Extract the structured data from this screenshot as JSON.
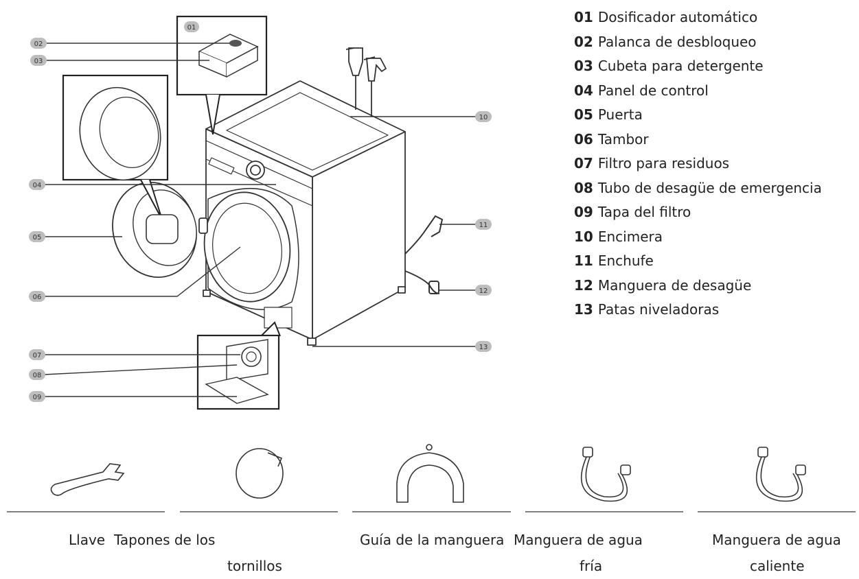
{
  "parts": [
    {
      "num": "01",
      "label": "Dosificador automático"
    },
    {
      "num": "02",
      "label": "Palanca de desbloqueo"
    },
    {
      "num": "03",
      "label": "Cubeta para detergente"
    },
    {
      "num": "04",
      "label": "Panel de control"
    },
    {
      "num": "05",
      "label": "Puerta"
    },
    {
      "num": "06",
      "label": "Tambor"
    },
    {
      "num": "07",
      "label": "Filtro para residuos"
    },
    {
      "num": "08",
      "label": "Tubo de desagüe de emergencia"
    },
    {
      "num": "09",
      "label": "Tapa del filtro"
    },
    {
      "num": "10",
      "label": "Encimera"
    },
    {
      "num": "11",
      "label": "Enchufe"
    },
    {
      "num": "12",
      "label": "Manguera de desagüe"
    },
    {
      "num": "13",
      "label": "Patas niveladoras"
    }
  ],
  "accessories": {
    "wrench": "Llave",
    "caps_line1": "Tapones de los",
    "caps_line2": "tornillos",
    "guide": "Guía de la manguera",
    "cold_line1": "Manguera de agua",
    "cold_line2": "fría",
    "hot_line1": "Manguera de agua",
    "hot_line2": "caliente"
  }
}
